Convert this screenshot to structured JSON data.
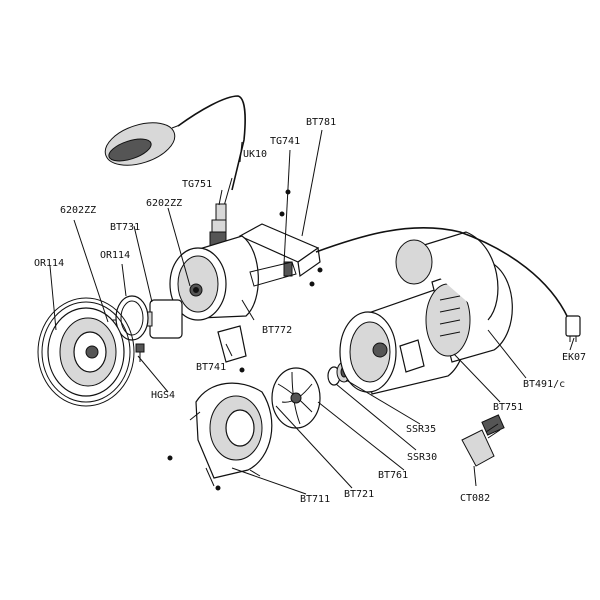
{
  "diagram": {
    "labels": {
      "uk10": "UK10",
      "tg751": "TG751",
      "tg741": "TG741",
      "bt781": "BT781",
      "b6202zz_left": "6202ZZ",
      "b6202zz_mid": "6202ZZ",
      "bt731": "BT731",
      "or114_left": "OR114",
      "or114_mid": "OR114",
      "bt772": "BT772",
      "bt741": "BT741",
      "hgs4": "HGS4",
      "ek07": "EK07",
      "bt491c": "BT491/c",
      "bt751": "BT751",
      "ssr35": "SSR35",
      "ssr30": "SSR30",
      "bt761": "BT761",
      "bt721": "BT721",
      "bt711": "BT711",
      "ct082": "CT082"
    }
  }
}
